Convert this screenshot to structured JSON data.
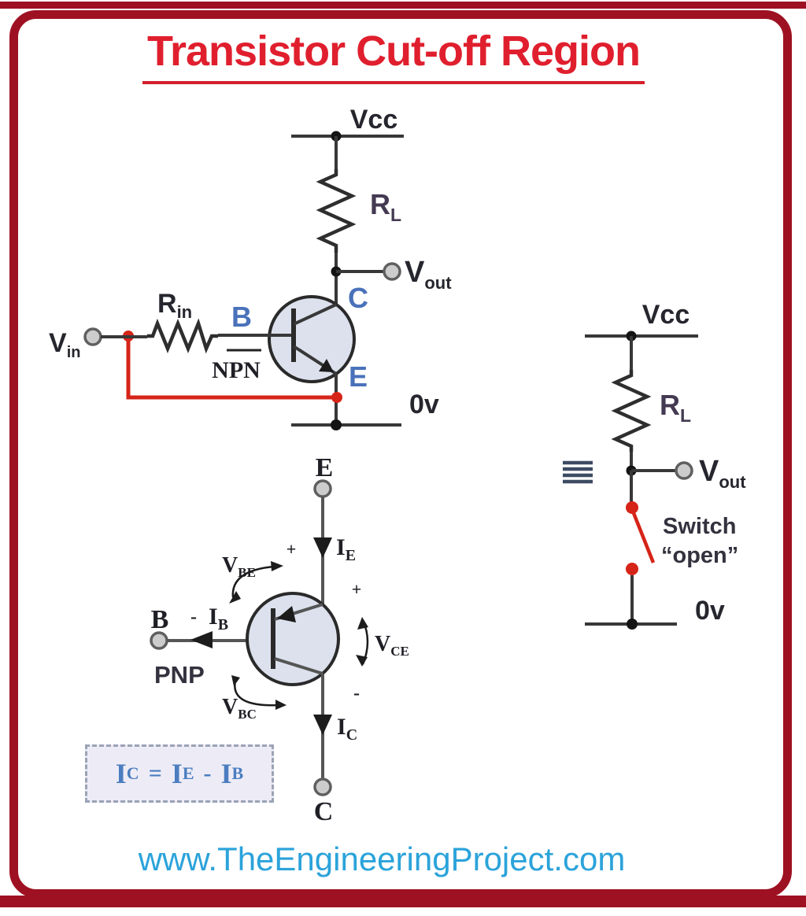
{
  "title": "Transistor Cut-off Region",
  "website": "www.TheEngineeringProject.com",
  "colors": {
    "frame_red": "#9e1122",
    "title_red": "#e01f2e",
    "label_blue": "#4a72ba",
    "wire_red": "#d62418",
    "formula_blue": "#4b7dc0",
    "url_blue": "#2ba3da",
    "transistor_fill": "#dce1ed"
  },
  "npn_circuit": {
    "supply_label": "Vcc",
    "load_resistor": {
      "base": "R",
      "sub": "L"
    },
    "output": {
      "base": "V",
      "sub": "out"
    },
    "input": {
      "base": "V",
      "sub": "in"
    },
    "input_resistor": {
      "base": "R",
      "sub": "in"
    },
    "collector": "C",
    "base": "B",
    "emitter": "E",
    "transistor_type": "NPN",
    "ground_label": "0v"
  },
  "equiv_circuit": {
    "equivalence_symbol": "≡",
    "supply_label": "Vcc",
    "load_resistor": {
      "base": "R",
      "sub": "L"
    },
    "output": {
      "base": "V",
      "sub": "out"
    },
    "switch_label_line1": "Switch",
    "switch_label_line2": "“open”",
    "ground_label": "0v"
  },
  "pnp_diagram": {
    "emitter": "E",
    "base": "B",
    "collector": "C",
    "transistor_type": "PNP",
    "emitter_current": {
      "base": "I",
      "sub": "E"
    },
    "base_current": {
      "base": "I",
      "sub": "B"
    },
    "collector_current": {
      "base": "I",
      "sub": "C"
    },
    "v_be": {
      "base": "V",
      "sub": "BE"
    },
    "v_ce": {
      "base": "V",
      "sub": "CE"
    },
    "v_bc": {
      "base": "V",
      "sub": "BC"
    },
    "plus_top": "+",
    "plus_right": "+",
    "minus_base": "-",
    "minus_right": "-"
  },
  "formula": {
    "lhs": {
      "base": "I",
      "sub": "C"
    },
    "equals": "=",
    "term1": {
      "base": "I",
      "sub": "E"
    },
    "minus": "-",
    "term2": {
      "base": "I",
      "sub": "B"
    }
  }
}
